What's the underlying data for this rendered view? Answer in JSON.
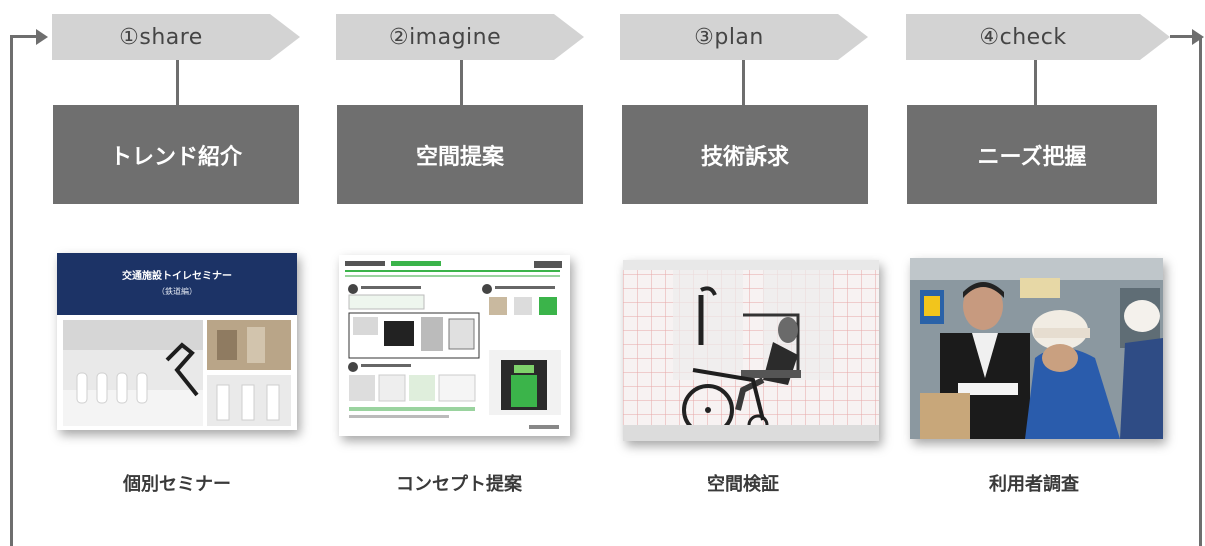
{
  "steps": [
    {
      "label": "①share",
      "category": "トレンド紹介",
      "caption": "個別セミナー"
    },
    {
      "label": "②imagine",
      "category": "空間提案",
      "caption": "コンセプト提案"
    },
    {
      "label": "③plan",
      "category": "技術訴求",
      "caption": "空間検証"
    },
    {
      "label": "④check",
      "category": "ニーズ把握",
      "caption": "利用者調査"
    }
  ],
  "seminar_thumbnail": {
    "title": "交通施設トイレセミナー",
    "subtitle": "（鉄道編）"
  },
  "colors": {
    "arrow_fill": "#d3d3d3",
    "category_fill": "#6f6f6f",
    "line": "#6e6e6e",
    "seminar_band": "#1c3366"
  }
}
